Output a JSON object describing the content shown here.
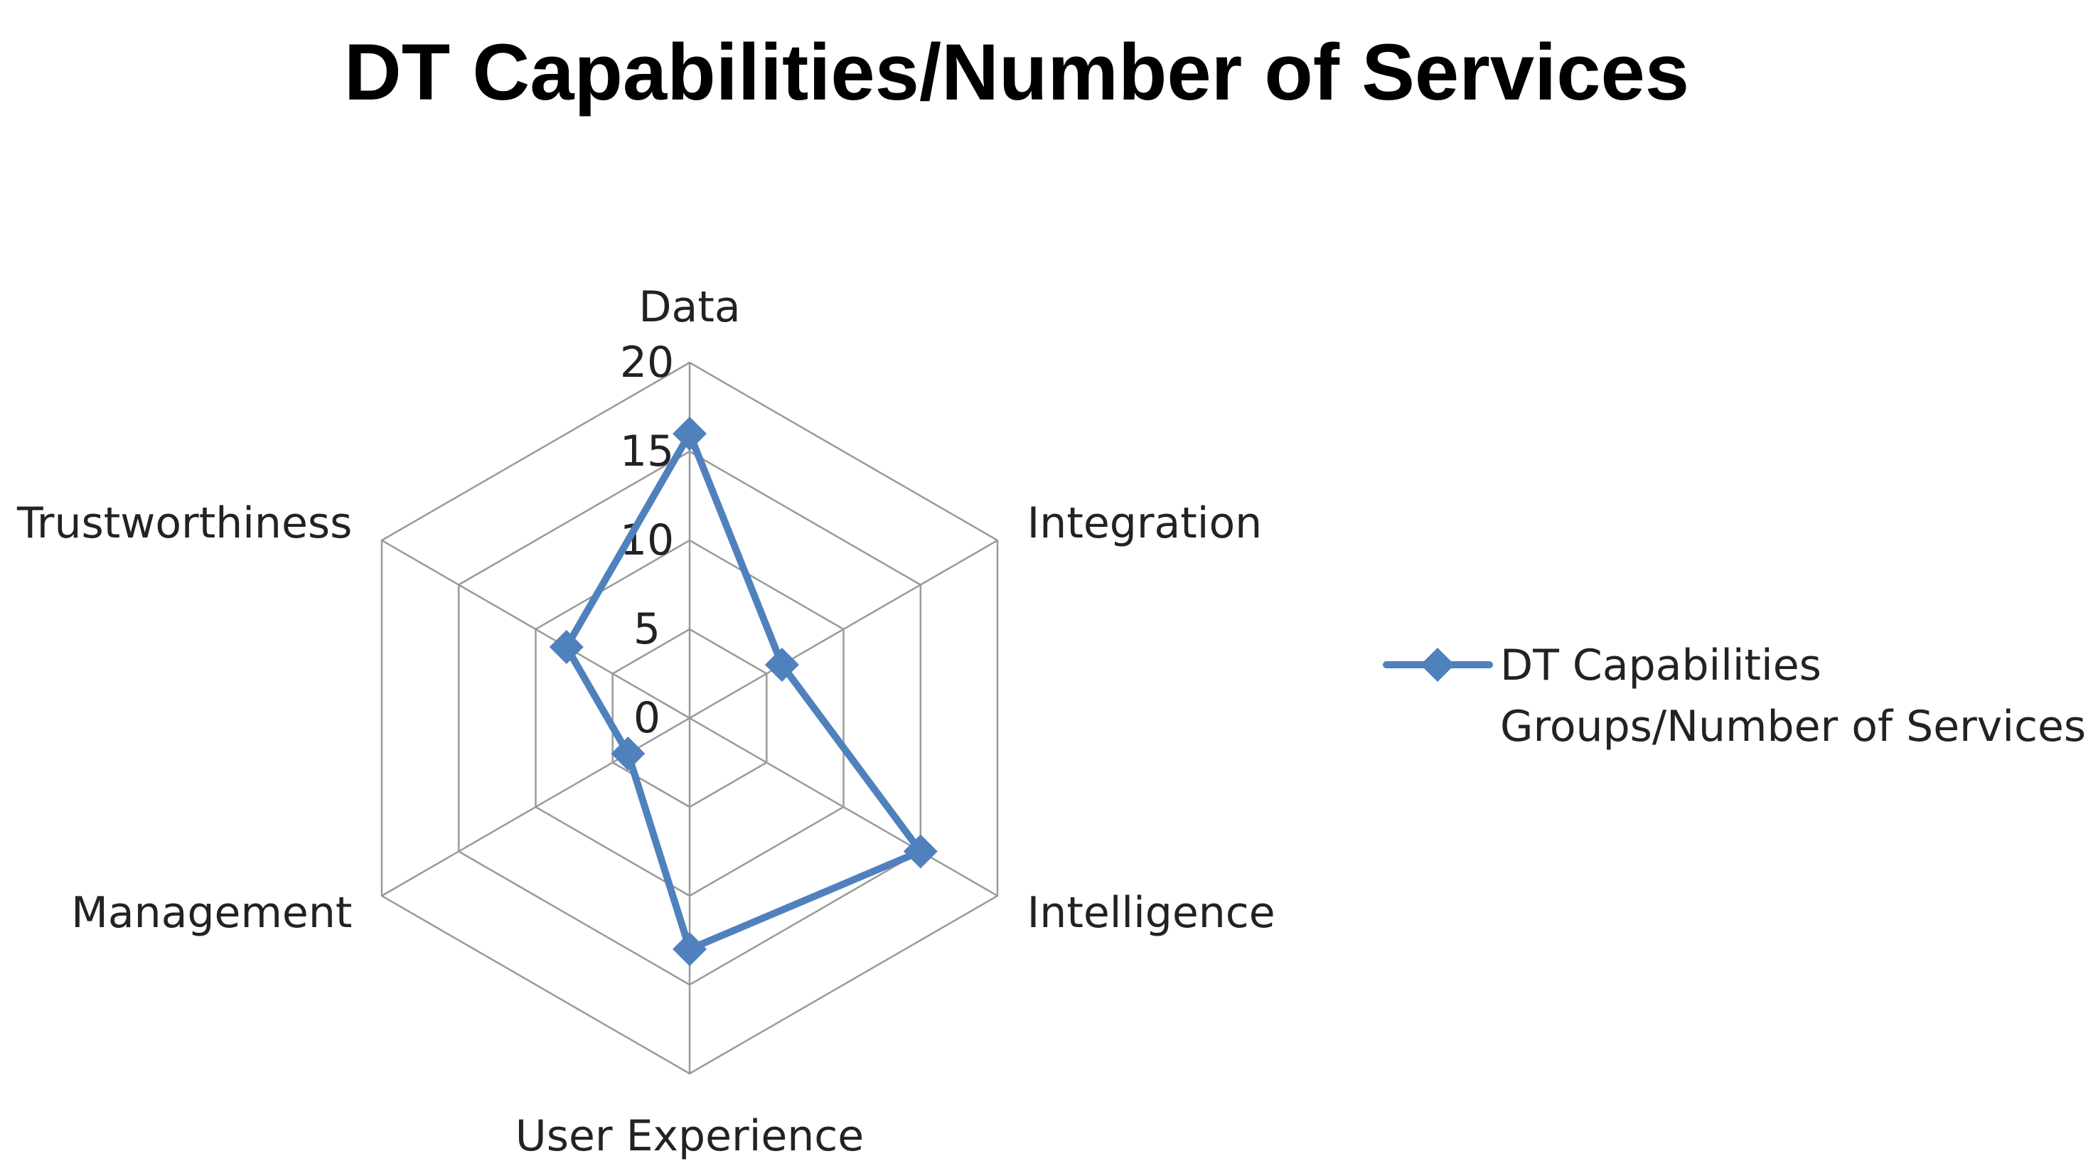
{
  "chart_data": {
    "type": "radar",
    "title": "DT Capabilities/Number of Services",
    "categories": [
      "Data",
      "Integration",
      "Intelligence",
      "User Experience",
      "Management",
      "Trustworthiness"
    ],
    "series": [
      {
        "name": "DT Capabilities Groups/Number of Services",
        "values": [
          16,
          6,
          15,
          13,
          4,
          8
        ],
        "color": "#4F81BD",
        "marker": "diamond"
      }
    ],
    "rlim": [
      0,
      20
    ],
    "ticks": [
      "0",
      "5",
      "10",
      "15",
      "20"
    ],
    "grid": true,
    "legend": {
      "position": "right",
      "lines": [
        "DT Capabilities",
        "Groups/Number of Services"
      ]
    },
    "colors": {
      "grid": "#9a9a9a",
      "series": "#4F81BD",
      "text": "#222222"
    }
  }
}
